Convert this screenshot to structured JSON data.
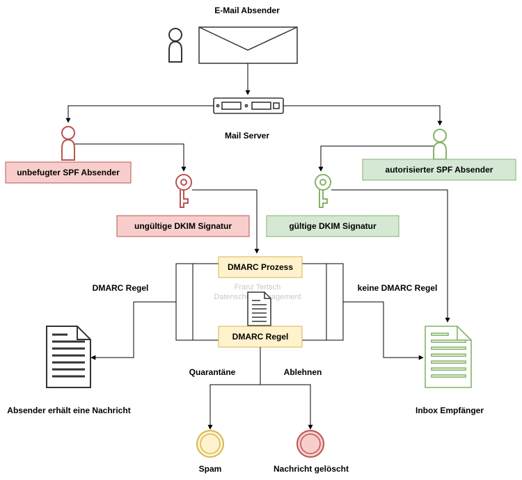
{
  "title": "E-Mail Absender",
  "nodes": {
    "mail_server": "Mail Server",
    "unauthorized_spf": "unbefugter SPF Absender",
    "invalid_dkim": "ungültige DKIM Signatur",
    "authorized_spf": "autorisierter SPF Absender",
    "valid_dkim": "gültige DKIM Signatur",
    "dmarc_process": "DMARC Prozess",
    "dmarc_rule_box": "DMARC Regel",
    "sender_notified": "Absender erhält eine Nachricht",
    "inbox": "Inbox Empfänger",
    "spam": "Spam",
    "deleted": "Nachricht gelöscht"
  },
  "edge_labels": {
    "dmarc_rule": "DMARC Regel",
    "no_dmarc_rule": "keine DMARC Regel",
    "quarantine": "Quarantäne",
    "reject": "Ablehnen"
  },
  "watermark": {
    "line1": "Franz Tertsch",
    "line2": "Datenschutzmanagement"
  },
  "icons": {
    "sender": "user-icon",
    "envelope": "envelope-icon",
    "server": "server-icon",
    "bad_user": "user-icon",
    "good_user": "user-icon",
    "bad_key": "key-icon",
    "good_key": "key-icon",
    "document": "document-icon",
    "inbox_doc": "document-icon"
  },
  "colors": {
    "red_fill": "#f8cecc",
    "red_stroke": "#b85450",
    "green_fill": "#d5e8d4",
    "green_stroke": "#82b366",
    "yellow_fill": "#fff2cc",
    "yellow_stroke": "#d6b656",
    "icon_dark": "#333333",
    "icon_red": "#b85450",
    "icon_green": "#82b366"
  }
}
